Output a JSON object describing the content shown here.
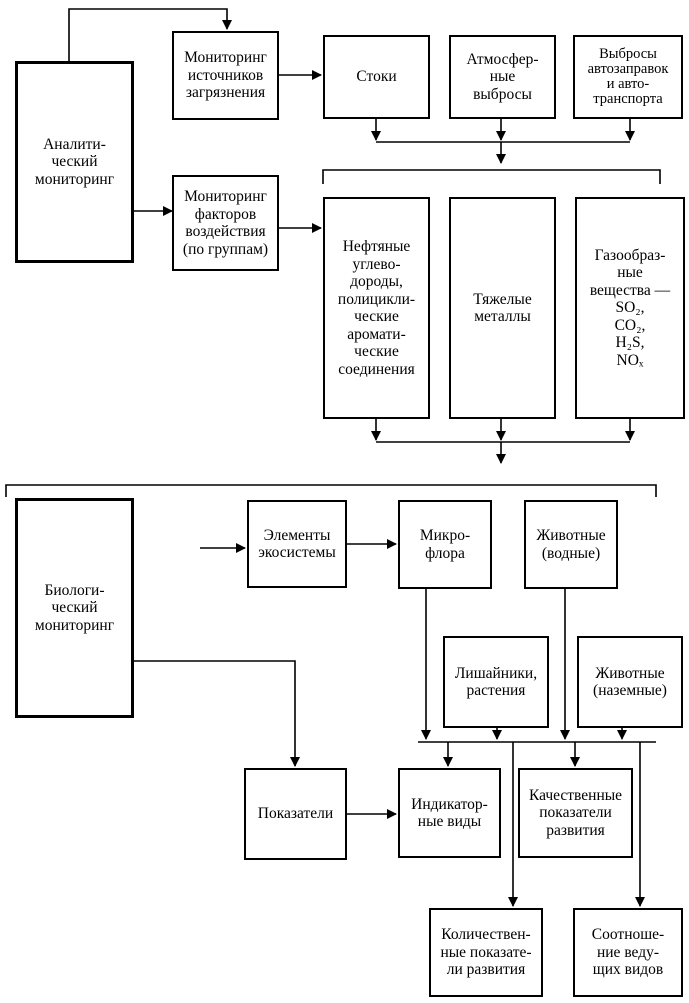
{
  "analytical": {
    "title": "Аналити-\nческий\nмониторинг",
    "sources_monitoring": "Мониторинг\nисточников\nзагрязнения",
    "runoff": "Стоки",
    "atmospheric": "Атмосфер-\nные\nвыбросы",
    "gas_station": "Выбросы\nавтозаправок\nи авто-\nтранспорта",
    "factors_monitoring": "Мониторинг\nфакторов\nвоздействия\n(по группам)",
    "oil_hydrocarbons": "Нефтяные\nуглево-\nдороды,\nполицикли-\nческие\nаромати-\nческие\nсоединения",
    "heavy_metals": "Тяжелые\nметаллы",
    "gases": {
      "intro": "Газообраз-\nные\nвещества —",
      "so2": "SO₂,",
      "co2": "CO₂,",
      "h2s": "H₂S,",
      "nox": "NOₓ"
    }
  },
  "biological": {
    "title": "Биологи-\nческий\nмониторинг",
    "ecosystem_elements": "Элементы\nэкосистемы",
    "microflora": "Микро-\nфлора",
    "animals_aquatic": "Животные\n(водные)",
    "lichens_plants": "Лишайники,\nрастения",
    "animals_terrestrial": "Животные\n(наземные)",
    "indicators": "Показатели",
    "indicator_species": "Индикатор-\nные виды",
    "qualitative": "Качественные\nпоказатели\nразвития",
    "quantitative": "Количествен-\nные показате-\nли развития",
    "dominant_ratio": "Соотноше-\nние веду-\nщих видов"
  }
}
